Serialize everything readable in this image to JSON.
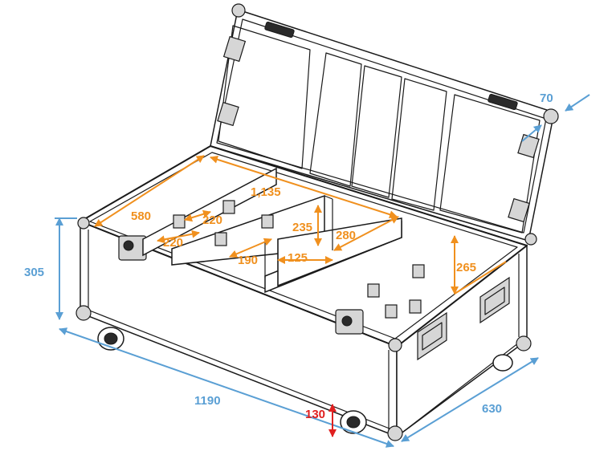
{
  "colors": {
    "inner_dimension": "#f0901e",
    "outer_dimension": "#5a9fd4",
    "wheel_dimension": "#e02020",
    "outline": "#1a1a1a"
  },
  "labels": {
    "outer_length": "1190",
    "outer_width": "630",
    "outer_height": "305",
    "wheel_height": "130",
    "lid_depth": "70",
    "inner_length": "1,135",
    "inner_width": "580",
    "inner_height": "265",
    "compartment_a_width": "220",
    "compartment_a_depth": "220",
    "compartment_b_width": "190",
    "compartment_c_width": "125",
    "divider_height": "235",
    "compartment_d_width": "280"
  }
}
